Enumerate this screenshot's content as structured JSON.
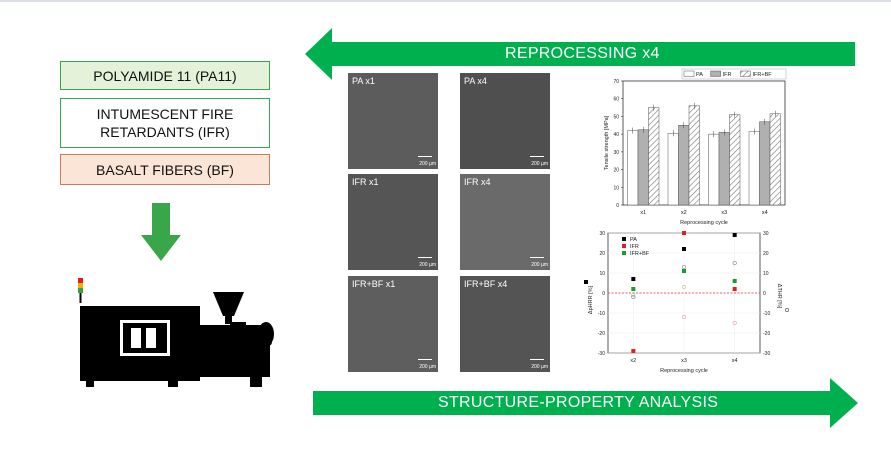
{
  "materials": {
    "pa": "POLYAMIDE  11 (PA11)",
    "ifr_line1": "INTUMESCENT FIRE",
    "ifr_line2": "RETARDANTS (IFR)",
    "bf": "BASALT FIBERS (BF)"
  },
  "arrows": {
    "top": "REPROCESSING x4",
    "bottom": "STRUCTURE-PROPERTY ANALYSIS"
  },
  "colors": {
    "arrow_green": "#00b04f",
    "down_arrow": "#3aa64a"
  },
  "sem": {
    "scale": "200 µm",
    "images": [
      {
        "label": "PA x1"
      },
      {
        "label": "PA x4"
      },
      {
        "label": "IFR x1"
      },
      {
        "label": "IFR x4"
      },
      {
        "label": "IFR+BF x1"
      },
      {
        "label": "IFR+BF x4"
      }
    ]
  },
  "chart_data": [
    {
      "type": "bar",
      "categories": [
        "x1",
        "x2",
        "x3",
        "x4"
      ],
      "xlabel": "Reprocessing cycle",
      "ylabel": "Tensile strength [MPa]",
      "ylim": [
        0,
        70
      ],
      "yticks": [
        "0",
        "10",
        "20",
        "30",
        "40",
        "50",
        "60",
        "70"
      ],
      "legend_position": "top",
      "series": [
        {
          "name": "PA",
          "values": [
            42,
            40.5,
            40,
            41.5
          ]
        },
        {
          "name": "IFR",
          "values": [
            42.5,
            45,
            41,
            47
          ]
        },
        {
          "name": "IFR+BF",
          "values": [
            55,
            56,
            51,
            51.5
          ]
        }
      ]
    },
    {
      "type": "scatter",
      "categories": [
        "x2",
        "x3",
        "x4"
      ],
      "xlabel": "Reprocessing cycle",
      "ylabel_left": "ΔpHRR [%]",
      "ylabel_right": "ΔTHR [%]",
      "ylim": [
        -30,
        30
      ],
      "yticks": [
        "-30",
        "-20",
        "-10",
        "0",
        "10",
        "20",
        "30"
      ],
      "legend_position": "top-left",
      "series": [
        {
          "name": "PA",
          "pHRR": [
            7,
            22,
            29
          ],
          "THR": [
            -2,
            13,
            15
          ]
        },
        {
          "name": "IFR",
          "pHRR": [
            -29,
            30,
            2
          ],
          "THR": [
            -29,
            -12,
            -15
          ]
        },
        {
          "name": "IFR+BF",
          "pHRR": [
            2,
            11,
            6
          ],
          "THR": [
            -1,
            3,
            6
          ]
        }
      ]
    }
  ]
}
